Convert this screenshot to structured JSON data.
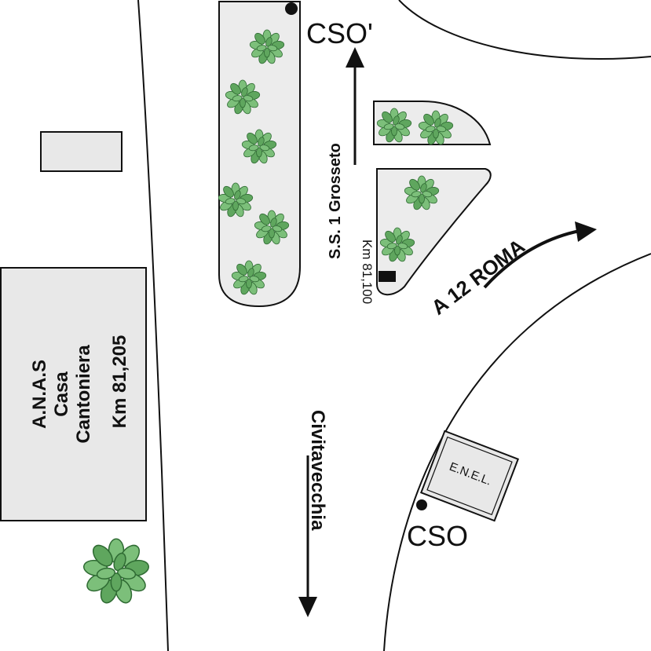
{
  "labels": {
    "cso_top": "CSO'",
    "cso_bottom": "CSO",
    "ss1": "S.S. 1  Grosseto",
    "km_small": "Km 81,100",
    "a12": "A 12 ROMA",
    "civitavecchia": "Civitavecchia",
    "enel": "E.N.E.L.",
    "anas_line1": "A.N.A.S",
    "anas_line2": "Casa",
    "anas_line3": "Cantoniera",
    "anas_line4": "Km 81,205"
  },
  "colors": {
    "island_fill": "#ececec",
    "building_fill": "#e8e8e8",
    "tree_green": "#7cbf7a",
    "tree_outline": "#2f6b33",
    "line": "#111111"
  },
  "icons": {
    "tree": "tree-icon",
    "arrow": "arrow-icon",
    "point": "point-marker-icon",
    "km_marker": "km-marker-icon"
  }
}
